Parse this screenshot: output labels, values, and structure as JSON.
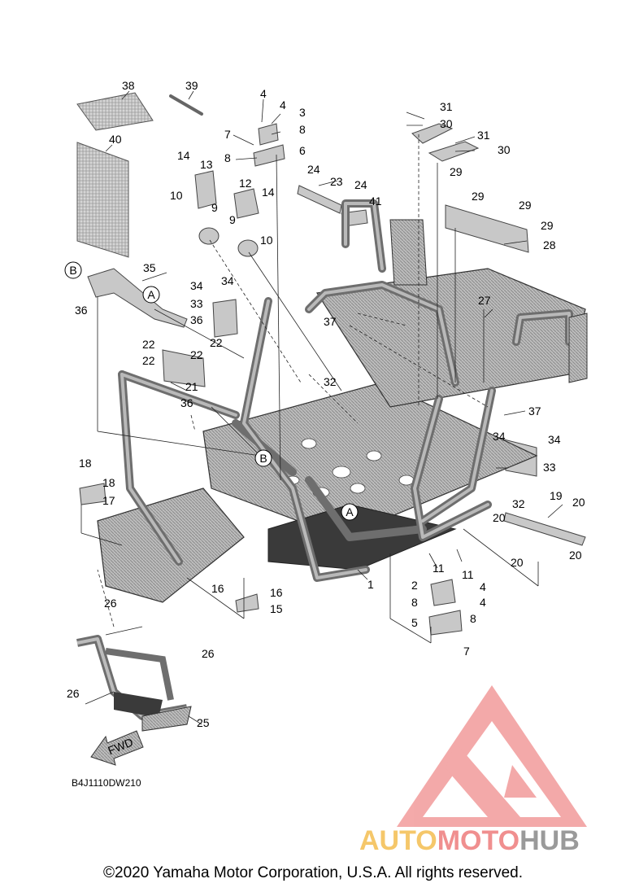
{
  "diagram": {
    "part_numbers": [
      "1",
      "2",
      "3",
      "4",
      "5",
      "6",
      "7",
      "8",
      "9",
      "10",
      "11",
      "12",
      "13",
      "14",
      "15",
      "16",
      "17",
      "18",
      "19",
      "20",
      "21",
      "22",
      "23",
      "24",
      "25",
      "26",
      "27",
      "28",
      "29",
      "30",
      "31",
      "32",
      "33",
      "34",
      "35",
      "36",
      "37",
      "38",
      "39",
      "40",
      "41"
    ],
    "reference_marks": [
      "A",
      "B"
    ],
    "fwd_label": "FWD",
    "diagram_code": "B4J1110DW210"
  },
  "watermark": {
    "part1": "AUTO",
    "part2": "MOTO",
    "part3": "HUB",
    "color_auto": "#f5c76a",
    "color_moto": "#f08f8f",
    "color_hub": "#9a9a9a"
  },
  "copyright": "©2020 Yamaha Motor Corporation, U.S.A. All rights reserved."
}
